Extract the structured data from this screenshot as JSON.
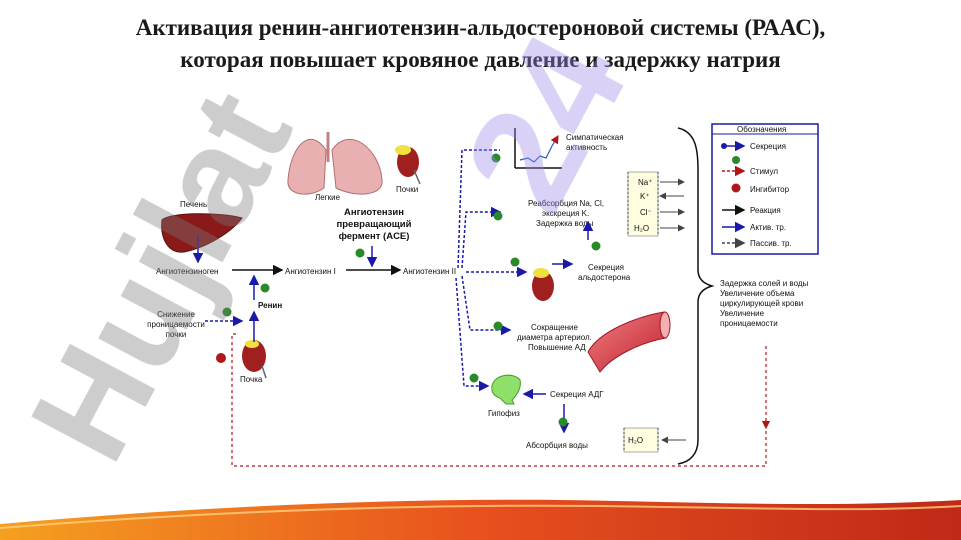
{
  "title": {
    "line1": "Активация ренин-ангиотензин-альдостероновой системы (РААС),",
    "line2": "которая повышает кровяное давление и задержку натрия"
  },
  "labels": {
    "liver": "Печень",
    "lungs": "Легкие",
    "kidneys": "Почки",
    "ace1": "Ангиотензин",
    "ace2": "превращающий",
    "ace3": "фермент (ACE)",
    "angiotensinogen": "Ангиотензиноген",
    "angiotensin1": "Ангиотензин I",
    "angiotensin2": "Ангиотензин II",
    "renin": "Ренин",
    "perf1": "Снижение",
    "perf2": "проницаемости",
    "perf3": "почки",
    "kidney": "Почка",
    "symp1": "Симпатическая",
    "symp2": "активность",
    "reab1": "Реабсорбция Na, Cl,",
    "reab2": "экскреция K.",
    "reab3": "Задержка воды",
    "ion_na": "Na⁺",
    "ion_k": "K⁺",
    "ion_cl": "Cl⁻",
    "ion_h2o": "H₂O",
    "ald1": "Секреция",
    "ald2": "альдостерона",
    "vaso1": "Сокращение",
    "vaso2": "диаметра артериол.",
    "vaso3": "Повышение АД",
    "pituitary": "Гипофиз",
    "adh": "Секреция АДГ",
    "water_abs": "Абсорбция воды",
    "h2o_box": "H₂O",
    "summary1": "Задержка солей и воды",
    "summary2": "Увеличение объема",
    "summary3": "циркулирующей крови",
    "summary4": "Увеличение",
    "summary5": "проницаемости"
  },
  "legend": {
    "title": "Обозначения",
    "secretion": "Секреция",
    "stimulus": "Стимул",
    "inhibitor": "Ингибитор",
    "reaction": "Реакция",
    "active": "Актив. тр.",
    "passive": "Пассив. тр."
  },
  "watermark": {
    "text1": "Hujlat",
    "text2": "24"
  },
  "colors": {
    "secretion": "#1a1aa8",
    "stimulus": "#2a8a2a",
    "inhibitor": "#b01818",
    "wave_red": "#e8501e",
    "wave_orange": "#f5a020"
  }
}
